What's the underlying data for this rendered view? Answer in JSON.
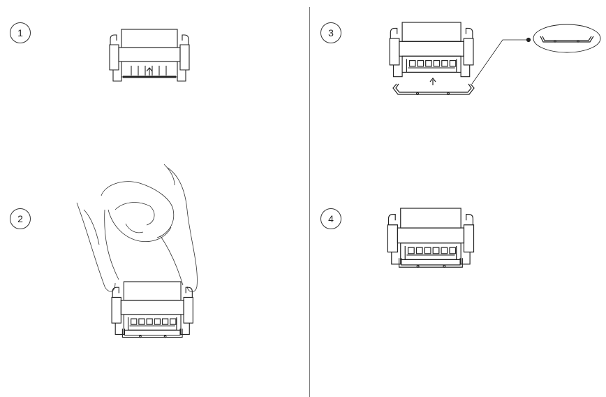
{
  "steps": [
    {
      "number": "1"
    },
    {
      "number": "2"
    },
    {
      "number": "3"
    },
    {
      "number": "4"
    }
  ],
  "colors": {
    "line": "#222222",
    "background": "#ffffff",
    "divider": "#777777"
  }
}
